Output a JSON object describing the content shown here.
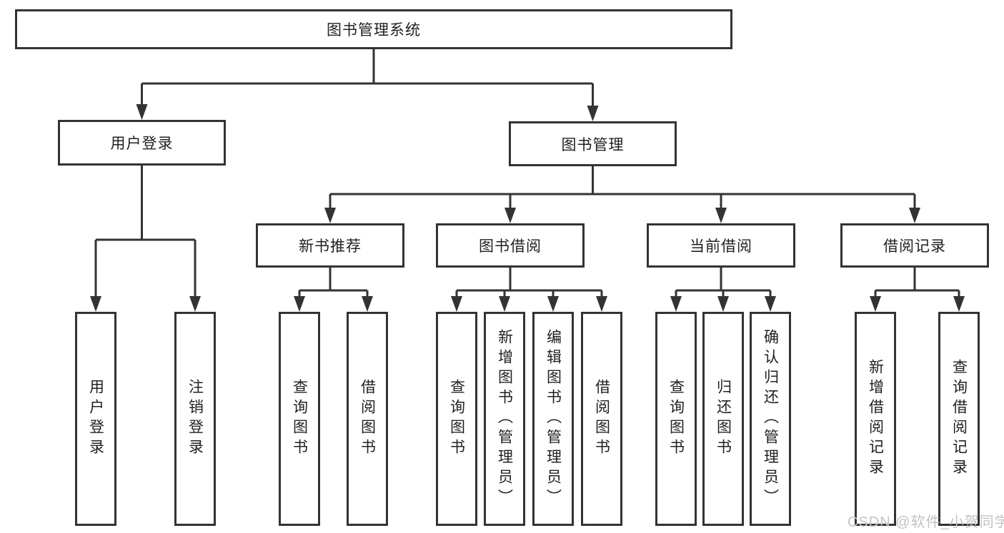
{
  "colors": {
    "line": "#333333",
    "node_border": "#333333",
    "node_text": "#212121",
    "background": "#ffffff",
    "watermark": "#c3c3c3"
  },
  "diagram": {
    "root": {
      "label": "图书管理系统"
    },
    "branches": [
      {
        "label": "用户登录",
        "children": [
          {
            "label": "用户登录"
          },
          {
            "label": "注销登录"
          }
        ]
      },
      {
        "label": "图书管理",
        "children": [
          {
            "label": "新书推荐",
            "children": [
              {
                "label": "查询图书"
              },
              {
                "label": "借阅图书"
              }
            ]
          },
          {
            "label": "图书借阅",
            "children": [
              {
                "label": "查询图书"
              },
              {
                "label": "新增图书（管理员）"
              },
              {
                "label": "编辑图书（管理员）"
              },
              {
                "label": "借阅图书"
              }
            ]
          },
          {
            "label": "当前借阅",
            "children": [
              {
                "label": "查询图书"
              },
              {
                "label": "归还图书"
              },
              {
                "label": "确认归还（管理员）"
              }
            ]
          },
          {
            "label": "借阅记录",
            "children": [
              {
                "label": "新增借阅记录"
              },
              {
                "label": "查询借阅记录"
              }
            ]
          }
        ]
      }
    ]
  },
  "watermark": {
    "text": "CSDN @软件_小贺同学"
  }
}
